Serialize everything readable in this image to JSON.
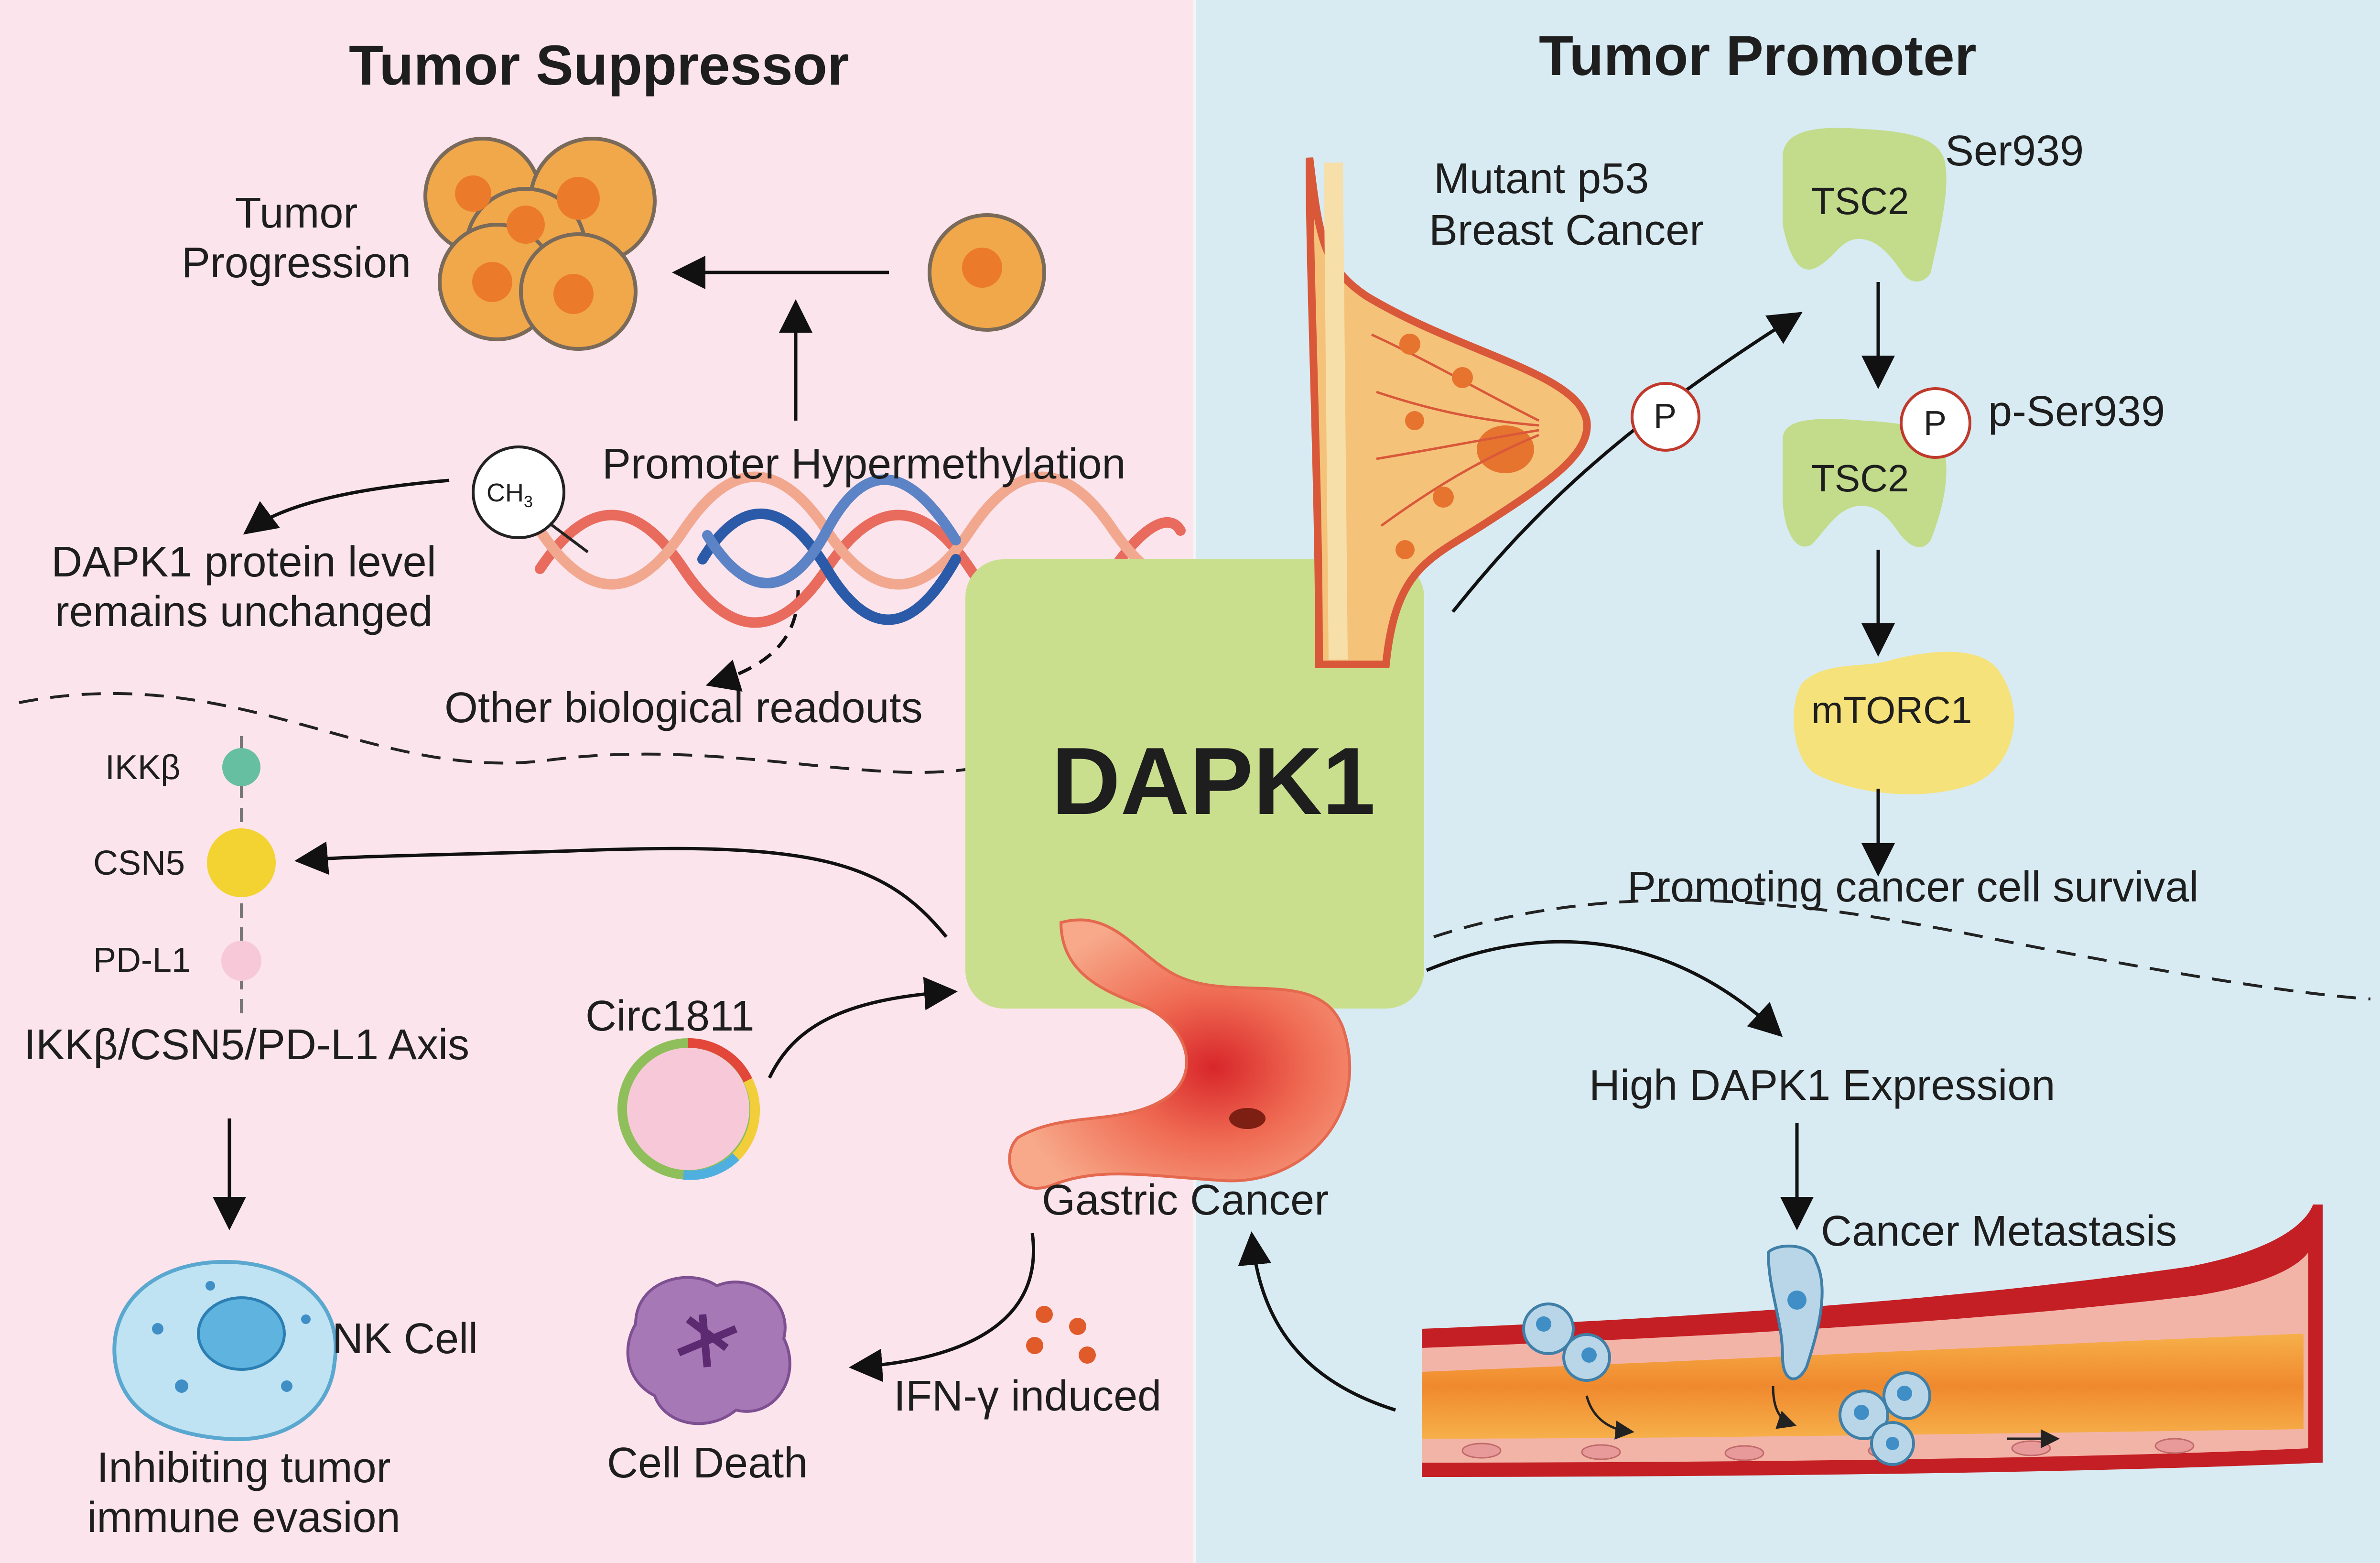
{
  "panels": {
    "left_title": "Tumor Suppressor",
    "right_title": "Tumor Promoter"
  },
  "center": {
    "label": "DAPK1"
  },
  "suppressor": {
    "tumor_progression": [
      "Tumor",
      "Progression"
    ],
    "methyl_group": "CH3",
    "promoter_hypermethylation": "Promoter Hypermethylation",
    "protein_level": [
      "DAPK1 protein level",
      "remains unchanged"
    ],
    "other_readouts": "Other biological readouts",
    "axis_items": [
      "IKKβ",
      "CSN5",
      "PD-L1"
    ],
    "axis_label": "IKKβ/CSN5/PD-L1  Axis",
    "nk_cell": "NK Cell",
    "immune_evasion": [
      "Inhibiting tumor",
      "immune evasion"
    ],
    "circ": "Circ1811",
    "gastric_cancer": "Gastric Cancer",
    "cell_death": "Cell Death",
    "ifn": "IFN-γ induced"
  },
  "promoter": {
    "breast_cancer": [
      "Mutant p53",
      "Breast Cancer"
    ],
    "phospho": "P",
    "tsc2": "TSC2",
    "ser939": "Ser939",
    "p_ser939": "p-Ser939",
    "mtorc1": "mTORC1",
    "survival": "Promoting cancer cell survival",
    "high_expression": "High DAPK1 Expression",
    "metastasis": "Cancer Metastasis"
  },
  "colors": {
    "left_bg": "#fbe4ec",
    "right_bg": "#d8ebf3",
    "center_box": "#c9df8e",
    "tsc2": "#c3dc8c",
    "mtorc1": "#f5e27a",
    "ikkb": "#66bfa0",
    "csn5": "#f2d331",
    "pdl1": "#f7c9d8",
    "tumor_cell": "#f1a84a",
    "tumor_nucleus": "#ec7a2b",
    "nk_cell": "#bfe3f2",
    "dead_cell": "#a678b6",
    "dna_red": "#e86b5d",
    "dna_blue": "#2a5aa8"
  }
}
